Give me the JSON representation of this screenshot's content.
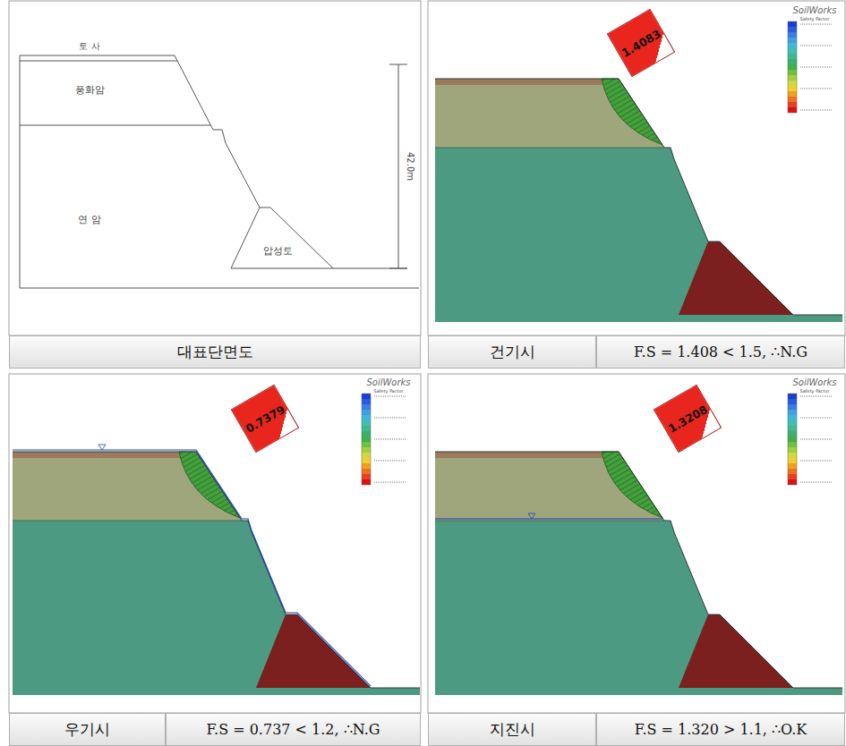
{
  "diagram": {
    "nodes": [
      {
        "text": [
          "1.4083"
        ]
      },
      {
        "text": [
          "대표단면도"
        ]
      },
      {
        "text": [
          "건기시"
        ]
      },
      {
        "text": [
          "F.S = 1.408 < 1.5, ∴N.G"
        ]
      },
      {
        "text": [
          "0.7379"
        ]
      },
      {
        "text": [
          "1.3208"
        ]
      },
      {
        "text": [
          "우기시"
        ]
      },
      {
        "text": [
          "F.S = 0.737 < 1.2, ∴N.G"
        ]
      },
      {
        "text": [
          "지진시"
        ]
      },
      {
        "text": [
          "F.S = 1.320 > 1.1, ∴O.K"
        ]
      }
    ],
    "labels": [
      "토 사",
      "풍화암",
      "연 암",
      "압성토",
      "42.0m",
      "SoilWorks",
      "Safety Factor",
      "SoilWorks",
      "Safety Factor",
      "SoilWorks",
      "Safety Factor"
    ]
  }
}
